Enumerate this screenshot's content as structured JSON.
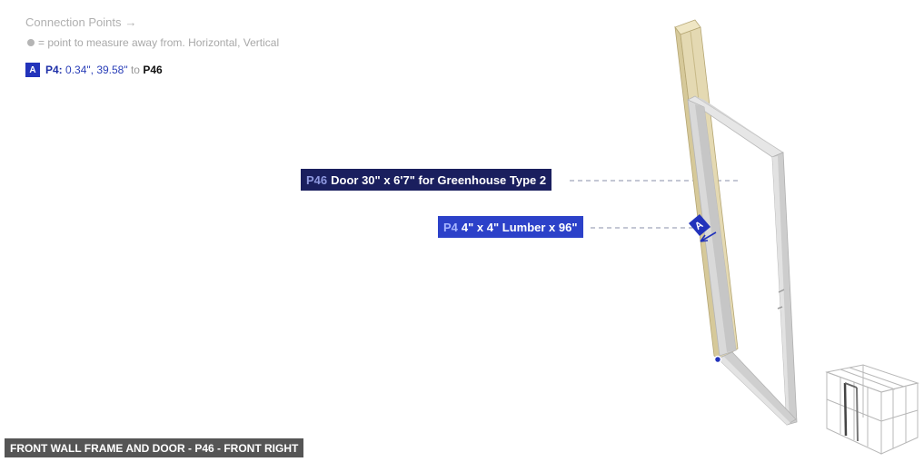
{
  "legend": {
    "title": "Connection Points",
    "title_arrow": "→",
    "hint": "= point to measure away from. Horizontal, Vertical"
  },
  "connection": {
    "badge": "A",
    "part": "P4:",
    "coords": "0.34\", 39.58\"",
    "to": "to",
    "target": "P46"
  },
  "tags": {
    "door": {
      "id": "P46",
      "label": "Door 30\" x 6'7\" for Greenhouse Type 2"
    },
    "lumber": {
      "id": "P4",
      "label": "4\" x 4\" Lumber x 96\""
    }
  },
  "marker_badge": "A",
  "footer": {
    "label": "FRONT WALL FRAME AND DOOR - P46 - FRONT RIGHT"
  },
  "colors": {
    "lumber": "#d8cc9e",
    "door_frame": "#cfcfcf",
    "accent": "#2233bb",
    "door_tag_bg": "#1a1f5e"
  }
}
